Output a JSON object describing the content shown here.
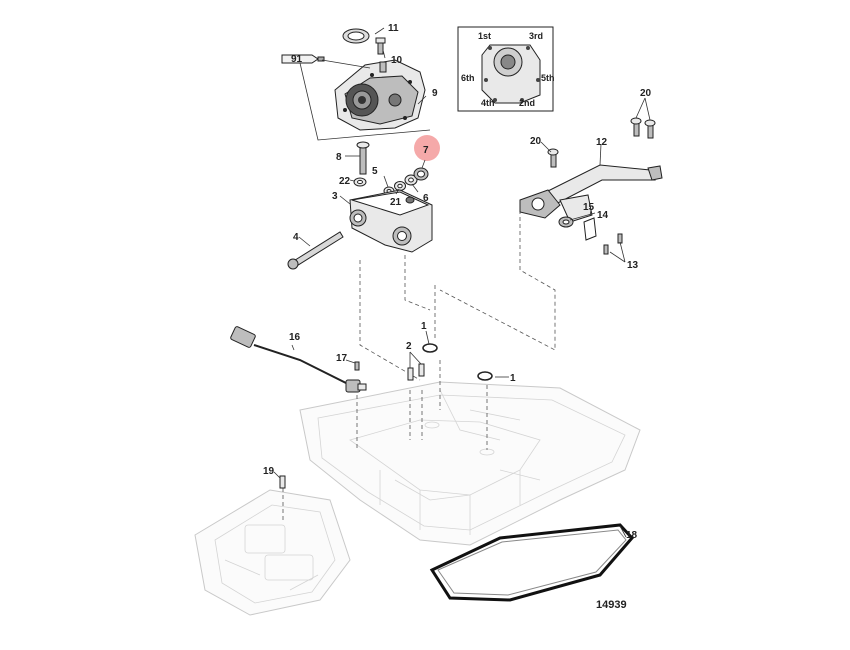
{
  "callouts": {
    "c1a": "1",
    "c1b": "1",
    "c2": "2",
    "c3": "3",
    "c4": "4",
    "c5": "5",
    "c6": "6",
    "c7": "7",
    "c8": "8",
    "c9": "9",
    "c10": "10",
    "c11": "11",
    "c12": "12",
    "c13": "13",
    "c14": "14",
    "c15": "15",
    "c16": "16",
    "c17": "17",
    "c18": "18",
    "c19": "19",
    "c20a": "20",
    "c20b": "20",
    "c21": "21",
    "c22": "22"
  },
  "sealant_tube_label": "91",
  "tightening_sequence": {
    "first": "1st",
    "second": "2nd",
    "third": "3rd",
    "fourth": "4th",
    "fifth": "5th",
    "sixth": "6th"
  },
  "highlight_color": "#f4a0a0",
  "diagram_number": "14939"
}
